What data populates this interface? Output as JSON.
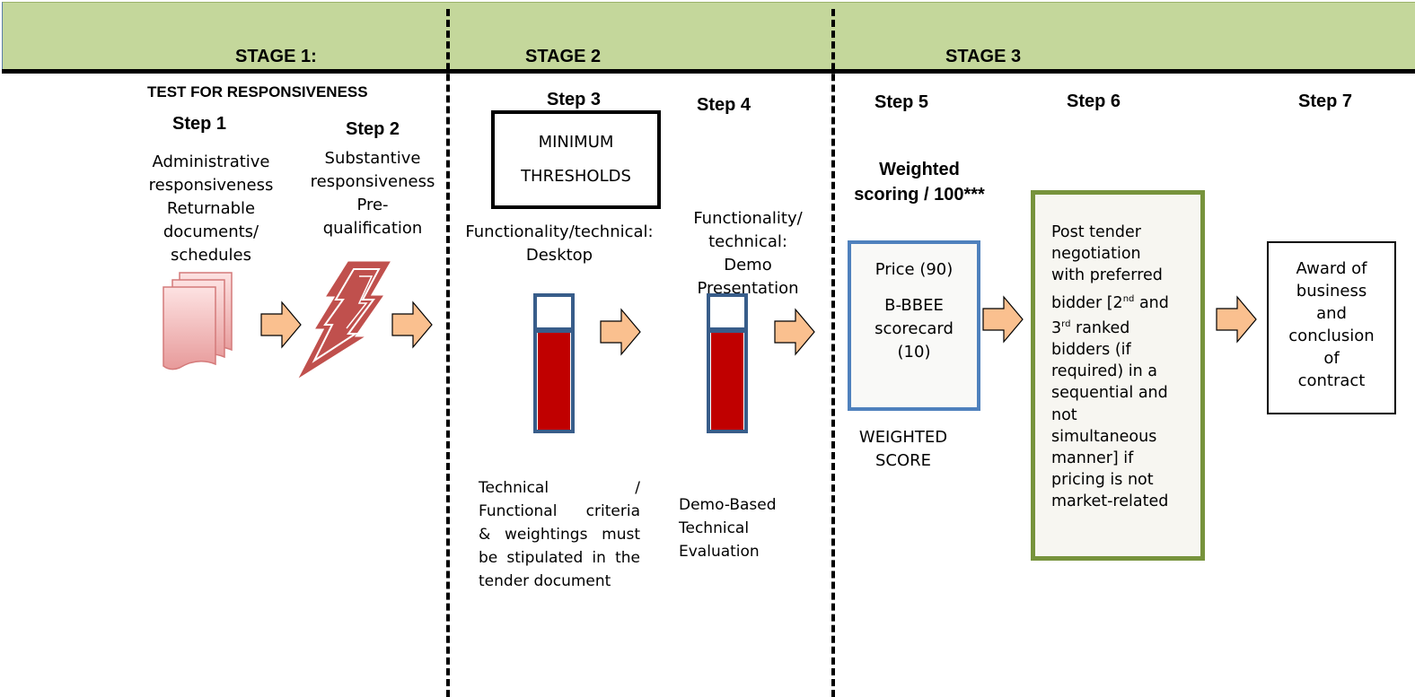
{
  "stages": {
    "stage1": "STAGE 1:",
    "stage2": "STAGE 2",
    "stage3": "STAGE 3"
  },
  "stage1_heading": "TEST FOR RESPONSIVENESS",
  "steps": {
    "s1": "Step 1",
    "s2": "Step 2",
    "s3": "Step 3",
    "s4": "Step 4",
    "s5": "Step 5",
    "s6": "Step 6",
    "s7": "Step 7"
  },
  "step1_text": [
    "Administrative",
    "responsiveness",
    "Returnable",
    "documents/",
    "schedules"
  ],
  "step2_text": [
    "Substantive",
    "responsiveness",
    "Pre-",
    "qualification"
  ],
  "thresholds": [
    "MINIMUM",
    "THRESHOLDS"
  ],
  "step3_text": [
    "Functionality/technical:",
    "Desktop"
  ],
  "step4_text": [
    "Functionality/",
    "technical:",
    "Demo Presentation"
  ],
  "step3_note": [
    "Technical /",
    "Functional criteria",
    "& weightings must",
    "be stipulated in the",
    "tender document"
  ],
  "step4_note": [
    "Demo-Based",
    "Technical",
    "Evaluation"
  ],
  "step5_heading": [
    "Weighted",
    "scoring / 100***"
  ],
  "step5_box": {
    "price": "Price (90)",
    "bbbee": [
      "B-BBEE",
      "scorecard",
      "(10)"
    ]
  },
  "step5_label": [
    "WEIGHTED",
    "SCORE"
  ],
  "step6_box": {
    "line1": "Post tender",
    "line2": "negotiation",
    "line3": "with preferred",
    "line4_pre": "bidder [2",
    "line4_sup": "nd",
    "line4_post": " and",
    "line5_pre": "3",
    "line5_sup": "rd",
    "line5_post": " ranked",
    "line6": "bidders (if",
    "line7": "required) in a",
    "line8": "sequential and",
    "line9": "not",
    "line10": "simultaneous",
    "line11": "manner] if",
    "line12": "pricing is not",
    "line13": "market-related"
  },
  "step7_box": [
    "Award of",
    "business",
    "and",
    "conclusion",
    "of",
    "contract"
  ],
  "colors": {
    "banner": "#c4d79b",
    "arrow_fill": "#fac08f",
    "gauge_red": "#c00000",
    "gauge_border": "#385d8a",
    "blue_border": "#4f81bd",
    "green_border": "#77933c"
  }
}
